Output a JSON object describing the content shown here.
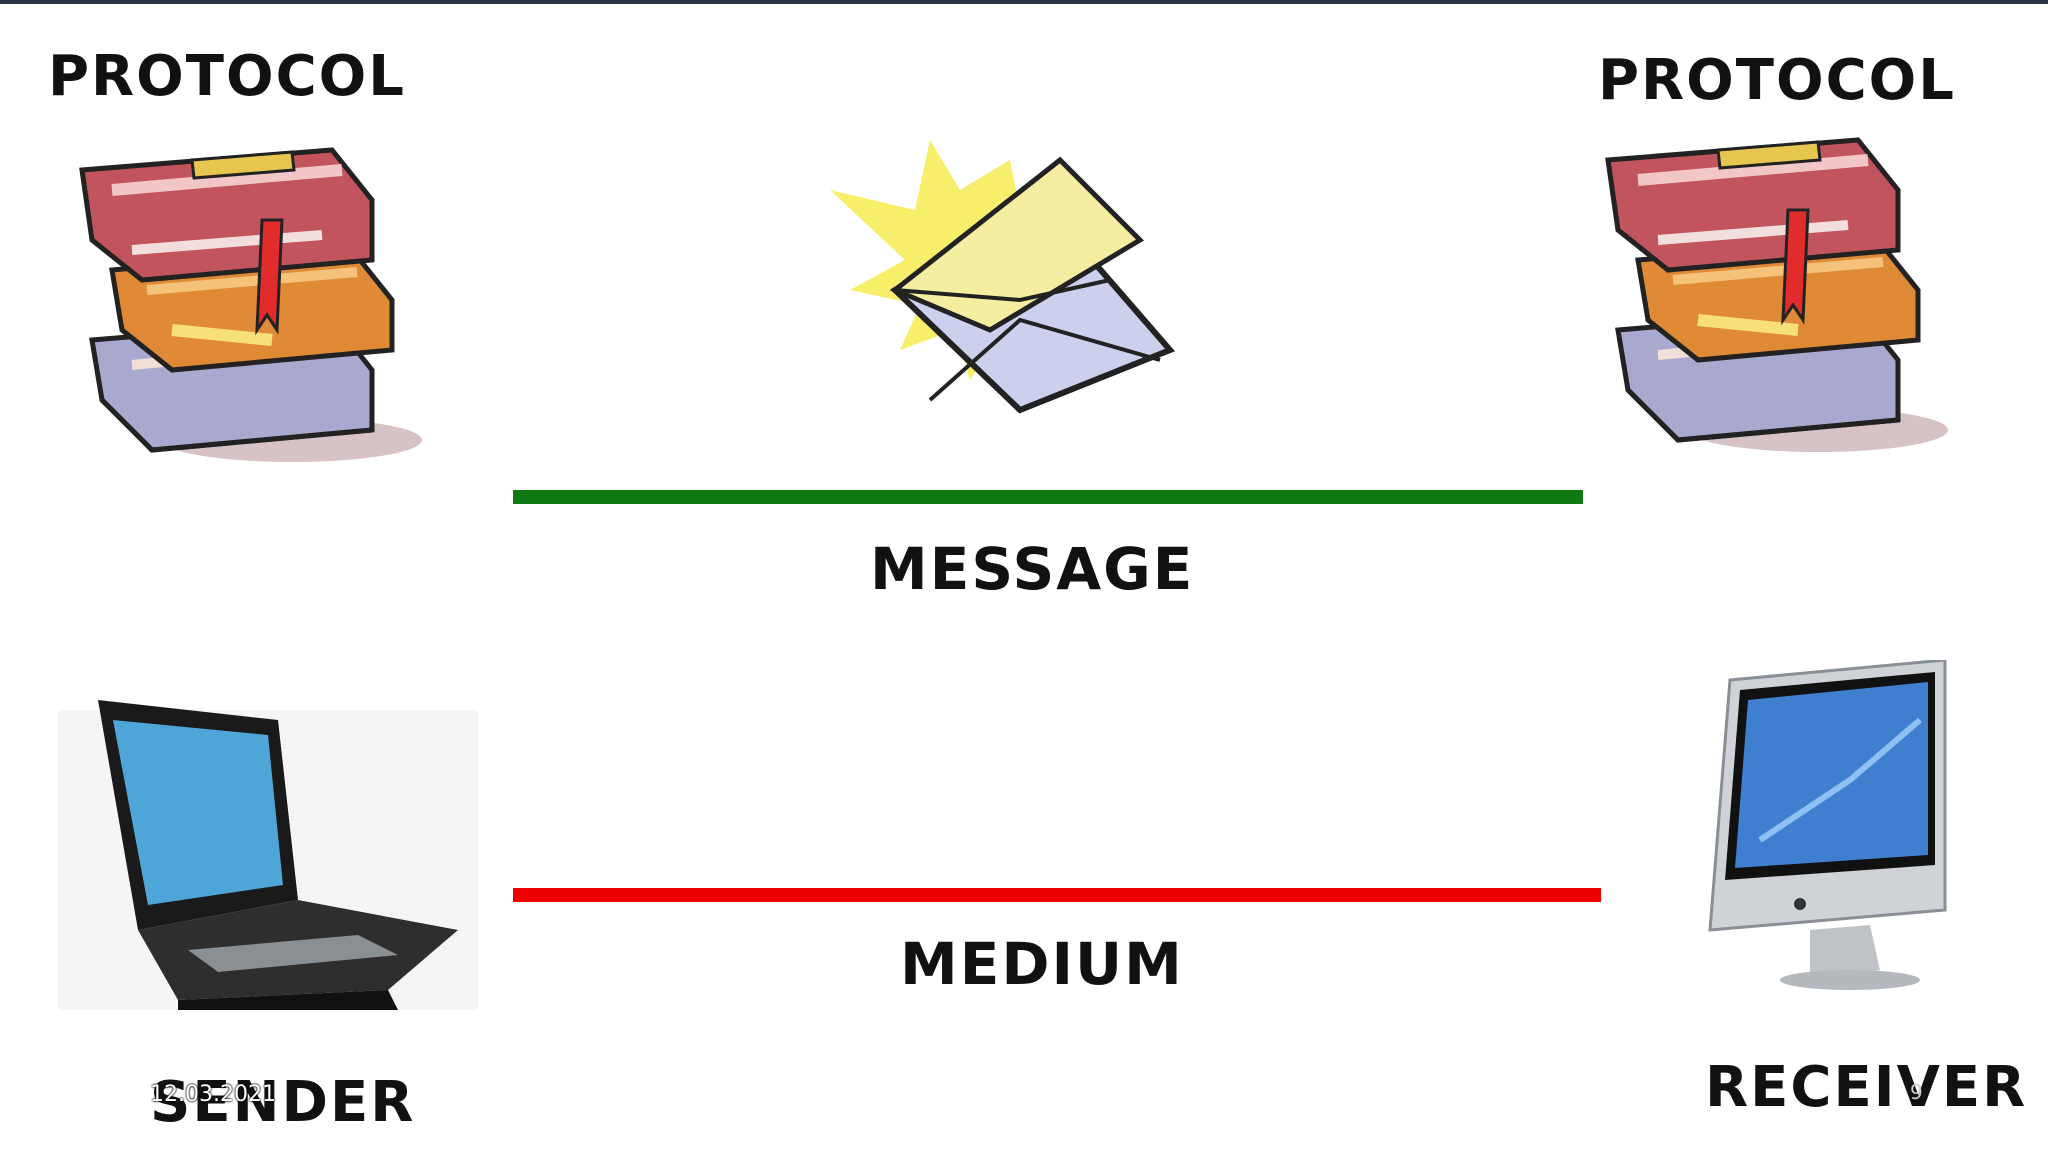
{
  "diagram": {
    "left_protocol": "PROTOCOL",
    "right_protocol": "PROTOCOL",
    "message_label": "MESSAGE",
    "medium_label": "MEDIUM",
    "sender_label": "SENDER",
    "receiver_label": "RECEIVER"
  },
  "footer": {
    "date": "12.03.2021",
    "page_number": "9"
  },
  "colors": {
    "message_line": "#0f7a12",
    "medium_line": "#ee0000",
    "top_bar": "#2b3445"
  },
  "icons": {
    "left_books": "books-icon",
    "right_books": "books-icon",
    "message": "envelope-icon",
    "sender": "laptop-icon",
    "receiver": "desktop-computer-icon"
  }
}
